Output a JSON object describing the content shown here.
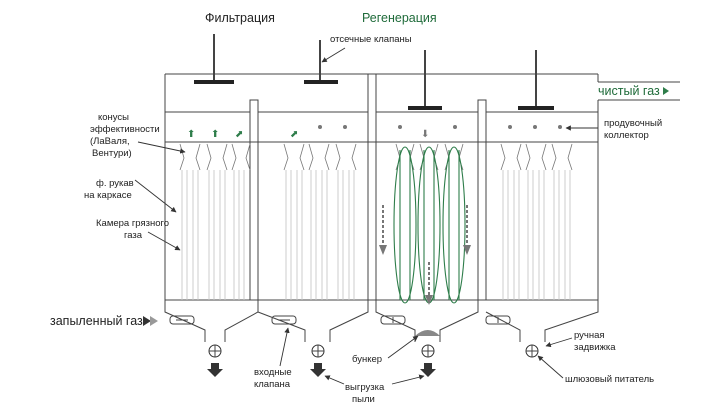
{
  "header": {
    "filtration": "Фильтрация",
    "regeneration": "Регенерация"
  },
  "labels": {
    "shutoff_valves": "отсечные клапаны",
    "clean_gas": "чистый газ",
    "efficiency_cones": [
      "конусы",
      "эффективности",
      "(ЛаВаля,",
      "Вентури)"
    ],
    "purge_collector": [
      "продувочный",
      "коллектор"
    ],
    "frame_bag": [
      "ф. рукав",
      "на каркасе"
    ],
    "dirty_gas_chamber": [
      "Камера грязного",
      "газа"
    ],
    "dusty_gas": "запыленный газ",
    "inlet_valves": [
      "входные",
      "клапана"
    ],
    "hopper": "бункер",
    "dust_discharge": [
      "выгрузка",
      "пыли"
    ],
    "manual_gate": [
      "ручная",
      "задвижка"
    ],
    "sluice_feeder": "шлюзовый питатель"
  },
  "colors": {
    "accent_green": "#1f6b3a",
    "bag_green": "#2e7d4a",
    "line": "#444444"
  }
}
